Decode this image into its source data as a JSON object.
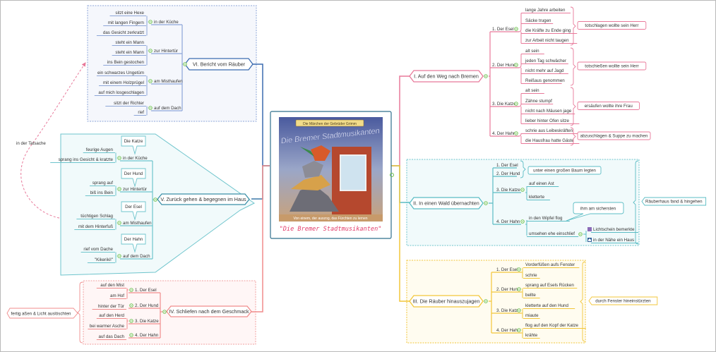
{
  "center": {
    "image_alt": "Book cover: Die Märchen der Gebrüder Grimm – Die Bremer Stadtmusikanten",
    "cover_banner": "Die Märchen der Gebrüder Grimm",
    "cover_title": "Die Bremer Stadtmusikanten",
    "cover_subtitle": "Von einem, der auszog, das Fürchten zu lernen",
    "label": "\"Die Bremer Stadtmusikanten\""
  },
  "colors": {
    "pink": "#e8799a",
    "teal": "#5bbcc4",
    "yellow": "#f2c63a",
    "blue": "#3b6bb0",
    "salmon": "#f08c8c",
    "collapse": "#6abf4b"
  },
  "branches": {
    "b1": {
      "label": "I. Auf den Weg nach Bremen",
      "items": [
        {
          "label": "1. Der Esel",
          "leaves": [
            "lange Jahre arbeiten",
            "Säcke trugen",
            "die Kräfte zu Ende ging",
            "zur Arbeit nicht taugen"
          ],
          "summary": "totschlagen wollte sein Herr"
        },
        {
          "label": "2. Der Hund",
          "leaves": [
            "alt sein",
            "jeden Tag schwächer",
            "nicht mehr auf Jagd",
            "Reißaus genommen"
          ],
          "summary": "totschießen wollte sein Herr"
        },
        {
          "label": "3. Die Katze",
          "leaves": [
            "alt sein",
            "Zähne stumpf",
            "nicht nach Mäusen jage",
            "lieber hinter Ofen sitze"
          ],
          "summary": "ersäufen wollte ihre Frau"
        },
        {
          "label": "4. Der Hahn",
          "leaves": [
            "schrie aus Leibeskräften",
            "die Hausfrau hatte Gäste"
          ],
          "summary": "abzuschlagen & Suppe zu machen"
        }
      ]
    },
    "b2": {
      "label": "II.  In einen Wald übernachten",
      "items": [
        {
          "label": "1. Der Esel"
        },
        {
          "label": "2. Der Hund"
        },
        {
          "label": "3. Die Katze",
          "leaves": [
            "auf einen Ast",
            "kletterte"
          ]
        },
        {
          "label": "4. Der Hahn",
          "leaves": [
            "in den Wipfel flog",
            "umsehen ehe einschlief"
          ]
        }
      ],
      "esel_hund_summary": "unter einen großen Baum legten",
      "callout": "ihm am sichersten",
      "sub_leaves": [
        "Lichtschein bemerkte",
        "in der Nähe ein Haus"
      ],
      "summary": "Räuberhaus fand & hingehen"
    },
    "b3": {
      "label": "III. Die Räuber hinauszujagen",
      "items": [
        {
          "label": "1. Der Esel",
          "leaves": [
            "Vorderfüßen aufs Fenster",
            "schrie"
          ]
        },
        {
          "label": "2. Der Hund",
          "leaves": [
            "sprang auf Esels Rücken",
            "bellte"
          ]
        },
        {
          "label": "3. Die Katze",
          "leaves": [
            "kletterte auf den Hund",
            "miaute"
          ]
        },
        {
          "label": "4. Der Hahn",
          "leaves": [
            "flog auf den Kopf der Katze",
            "krähte"
          ]
        }
      ],
      "summary": "durch Fenster hineinstürzten"
    },
    "b4": {
      "label": "IV. Schliefen nach dem Geschmack",
      "items": [
        {
          "label": "1. Der Esel",
          "leaves": [
            "auf den Mist",
            "am Hof"
          ]
        },
        {
          "label": "2. Der Hund",
          "leaves": [
            "hinter der Tür"
          ]
        },
        {
          "label": "3. Die Katze",
          "leaves": [
            "auf den Herd",
            "bei warmer Asche"
          ]
        },
        {
          "label": "4. Der Hahn",
          "leaves": [
            "auf das Dach"
          ]
        }
      ],
      "summary": "fertig aßen & Licht auslöschten"
    },
    "b5": {
      "label": "V.  Zurück gehen & begegnen im Haus",
      "items": [
        {
          "label": "in der Küche",
          "callout": "Die Katze",
          "leaves": [
            "feurige Augen",
            "sprang ins Gesicht & kratzte"
          ]
        },
        {
          "label": "zur Hintertür",
          "callout": "Der Hund",
          "leaves": [
            "sprang auf",
            "biß ins Bein"
          ]
        },
        {
          "label": "am Misthaufen",
          "callout": "Der Esel",
          "leaves": [
            "tüchtigen Schlag",
            "mit dem Hinterfuß"
          ]
        },
        {
          "label": "auf dem Dach",
          "callout": "Der Hahn",
          "leaves": [
            "rief vom Dache",
            "\"Kikeriki!\""
          ]
        }
      ]
    },
    "b6": {
      "label": "VI. Bericht vom Räuber",
      "items": [
        {
          "label": "in der Küche",
          "leaves": [
            "sitzt eine Hexe",
            "mit langen Fingern",
            "das Gesicht zerkratzt"
          ]
        },
        {
          "label": "zur Hintertür",
          "leaves": [
            "steht ein Mann",
            "steht ein Mann",
            "ins Bein gestochen"
          ]
        },
        {
          "label": "am Misthaufen",
          "leaves": [
            "ein schwarzes Ungetüm",
            "mit einem Holzprügel",
            "auf mich losgeschlagen"
          ]
        },
        {
          "label": "auf dem Dach",
          "leaves": [
            "sitzt der Richter",
            "rief"
          ]
        }
      ]
    }
  },
  "relationship": {
    "label": "in der Tatsache"
  }
}
